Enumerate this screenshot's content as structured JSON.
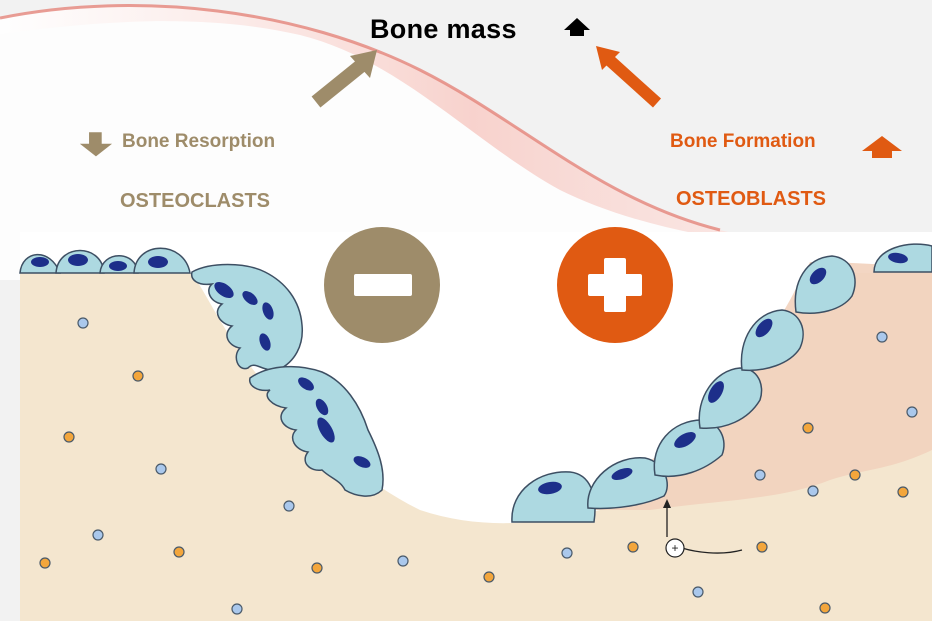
{
  "labels": {
    "title": "Bone  mass",
    "resorption": "Bone  Resorption",
    "osteoclasts": "OSTEOCLASTS",
    "formation": "Bone Formation",
    "osteoblasts": "OSTEOBLASTS",
    "plus_small": "+"
  },
  "colors": {
    "background": "#f2f2f2",
    "bone_matrix": "#f4e6cf",
    "new_bone": "#f2d2bd",
    "cell_fill": "#add9e1",
    "cell_outline": "#3d4f63",
    "nucleus": "#1d2f8a",
    "resorption_accent": "#9e8c6a",
    "formation_accent": "#e05a12",
    "title_arrow": "#000000",
    "blue_dot": "#aac8ec",
    "orange_dot": "#f3a63c"
  },
  "icons": {
    "minus": "minus-icon",
    "plus": "plus-icon",
    "resorption_arrow": "arrow-down-icon",
    "formation_arrow": "arrow-up-icon",
    "title_arrow": "arrow-up-icon"
  }
}
